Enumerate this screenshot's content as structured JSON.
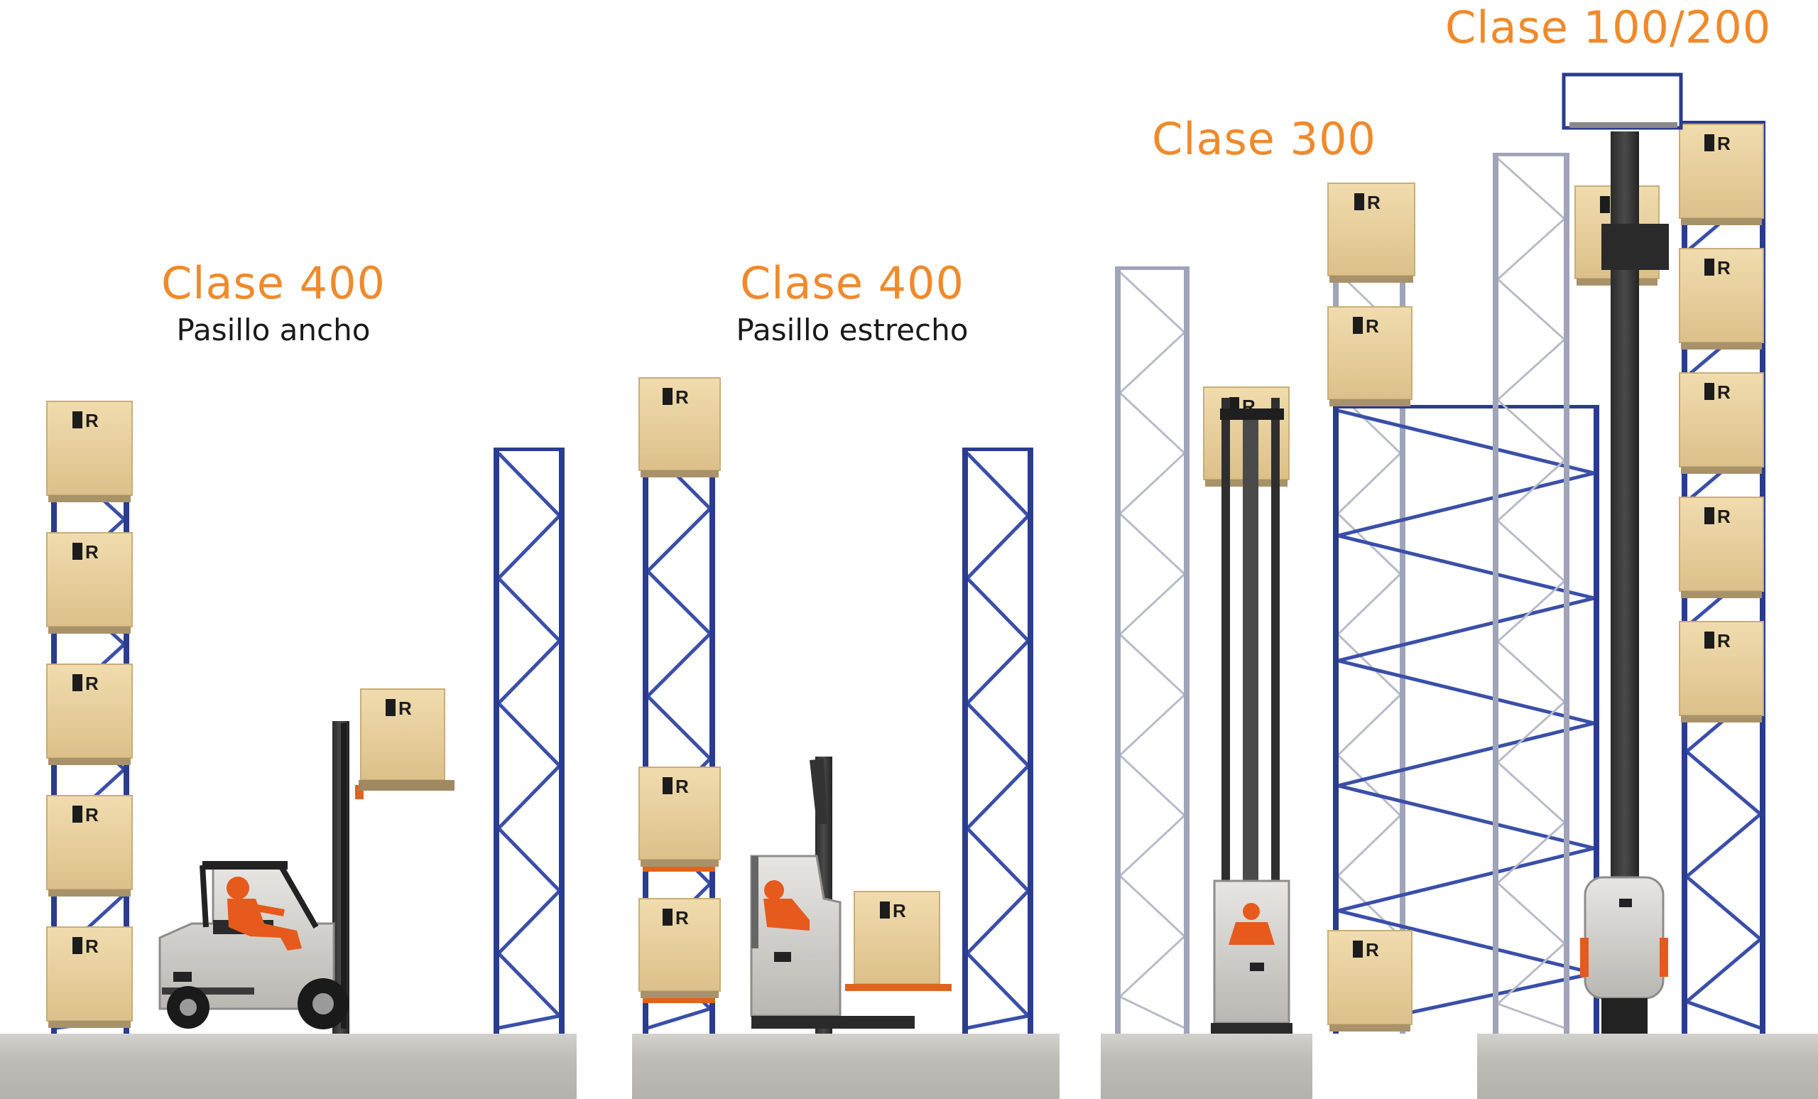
{
  "scenes": [
    {
      "id": "wide-aisle",
      "class_label": "Clase 400",
      "aisle_label": "Pasillo ancho",
      "vehicle": "counterbalance-forklift"
    },
    {
      "id": "narrow-aisle",
      "class_label": "Clase 400",
      "aisle_label": "Pasillo estrecho",
      "vehicle": "reach-truck"
    },
    {
      "id": "very-narrow-aisle",
      "class_label": "Clase 300",
      "aisle_label": "",
      "vehicle": "order-picker-man-up"
    },
    {
      "id": "automated",
      "class_label": "Clase 100/200",
      "aisle_label": "",
      "vehicle": "stacker-crane"
    }
  ],
  "box_logo": "R",
  "colors": {
    "title_orange": "#ef8a2c",
    "upright_blue": "#2a3c8e",
    "beam_orange": "#e0641c",
    "box_tan": "#ebd3a0",
    "floor_gray": "#c4c2bd",
    "operator_orange": "#e65a1d"
  }
}
